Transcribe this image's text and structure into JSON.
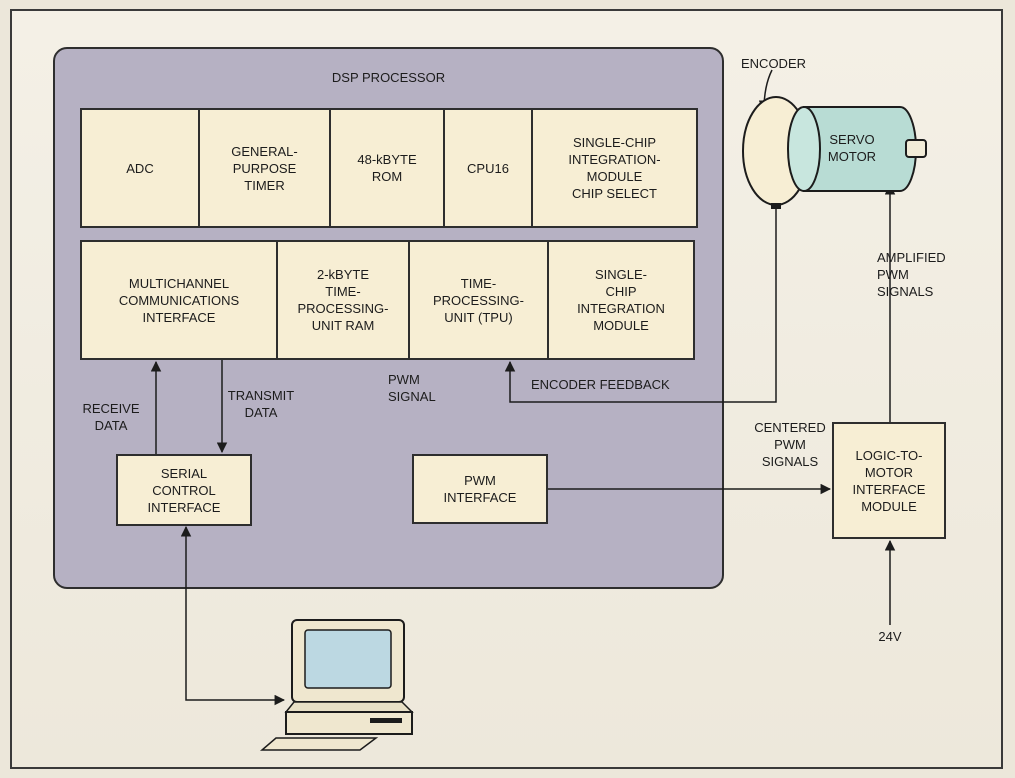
{
  "dsp_title": "DSP PROCESSOR",
  "top_row": {
    "adc": "ADC",
    "timer": "GENERAL-\nPURPOSE\nTIMER",
    "rom": "48-kBYTE\nROM",
    "cpu": "CPU16",
    "sim_cs": "SINGLE-CHIP\nINTEGRATION-\nMODULE\nCHIP SELECT"
  },
  "bottom_row": {
    "mci": "MULTICHANNEL\nCOMMUNICATIONS\nINTERFACE",
    "tpu_ram": "2-kBYTE\nTIME-\nPROCESSING-\nUNIT RAM",
    "tpu": "TIME-\nPROCESSING-\nUNIT (TPU)",
    "sim": "SINGLE-\nCHIP\nINTEGRATION\nMODULE"
  },
  "serial_control": "SERIAL\nCONTROL\nINTERFACE",
  "pwm_interface": "PWM\nINTERFACE",
  "logic_module": "LOGIC-TO-\nMOTOR\nINTERFACE\nMODULE",
  "servo_motor": "SERVO\nMOTOR",
  "labels": {
    "encoder": "ENCODER",
    "receive_data": "RECEIVE\nDATA",
    "transmit_data": "TRANSMIT\nDATA",
    "pwm_signal": "PWM\nSIGNAL",
    "encoder_feedback": "ENCODER FEEDBACK",
    "centered_pwm": "CENTERED\nPWM\nSIGNALS",
    "amplified_pwm": "AMPLIFIED\nPWM\nSIGNALS",
    "supply": "24V"
  },
  "colors": {
    "processor_fill": "#b6b1c3",
    "block_fill": "#f7eed4",
    "motor_fill": "#b8dcd4",
    "monitor_screen": "#bcd8e2"
  }
}
